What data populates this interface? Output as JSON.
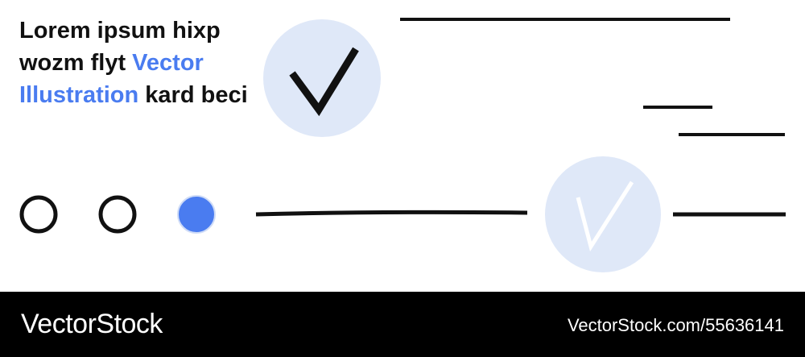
{
  "headline": {
    "part1": "Lorem ipsum hixp wozm flyt ",
    "accent": "Vector Illustration",
    "part2": " kard beci"
  },
  "footer": {
    "brand": "VectorStock",
    "reference": "VectorStock.com/55636141"
  },
  "icons": {
    "check_large": "check-mark-icon",
    "check_small": "check-mark-icon",
    "radio": [
      "radio-empty-icon",
      "radio-empty-icon",
      "radio-filled-icon"
    ]
  },
  "colors": {
    "accent": "#4a7cf0",
    "badge_fill": "#dfe8f8",
    "text": "#111111",
    "footer_bg": "#000000"
  }
}
